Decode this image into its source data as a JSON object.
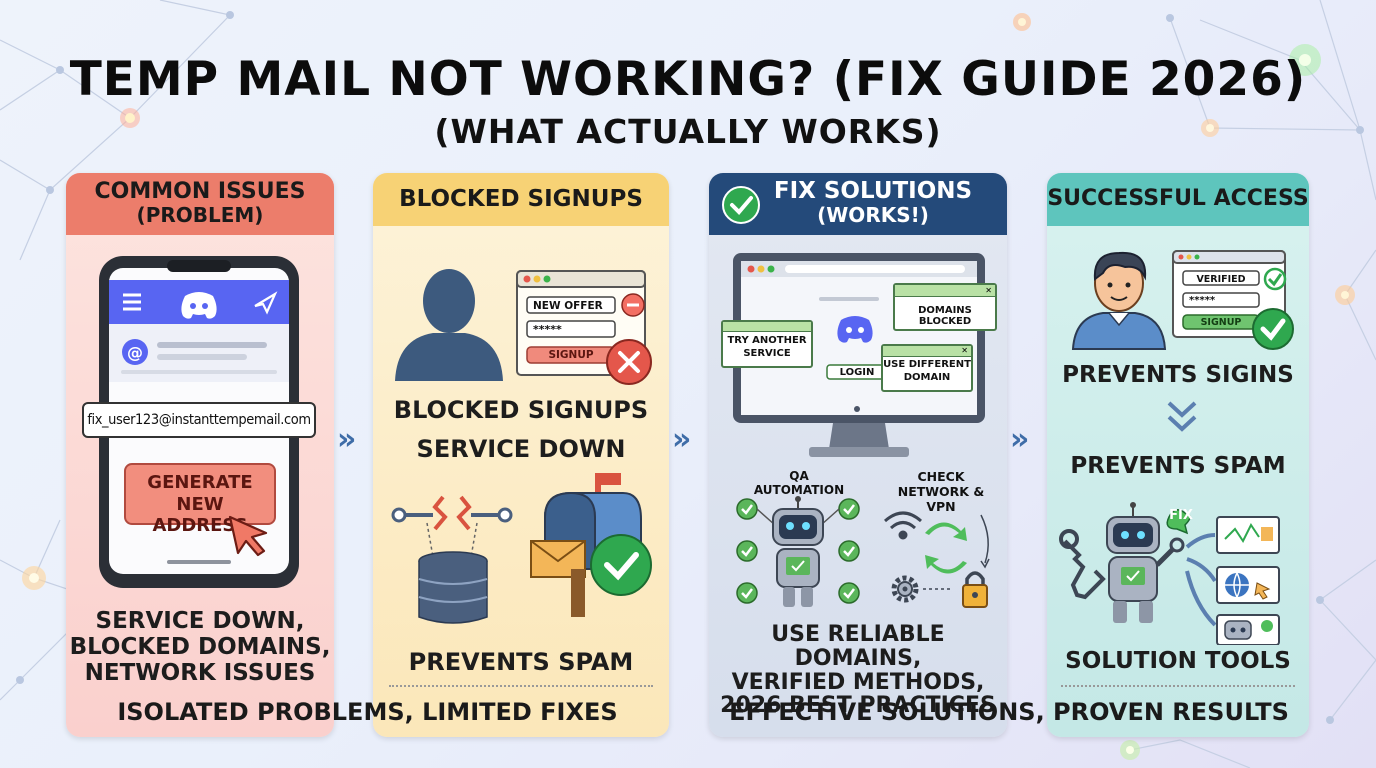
{
  "title": "TEMP MAIL NOT WORKING? (FIX GUIDE 2026)",
  "subtitle": "(WHAT ACTUALLY WORKS)",
  "panels": [
    {
      "header_line1": "COMMON ISSUES",
      "header_line2": "(PROBLEM)",
      "email": "fix_user123@instanttempemail.com",
      "generate_line1": "GENERATE",
      "generate_line2": "NEW ADDRESS",
      "text_line1": "SERVICE DOWN,",
      "text_line2": "BLOCKED DOMAINS,",
      "text_line3": "NETWORK ISSUES"
    },
    {
      "header": "BLOCKED SIGNUPS",
      "form_field1": "NEW OFFER",
      "form_field2": "*****",
      "form_button": "SIGNUP",
      "text_line1": "BLOCKED SIGNUPS",
      "text_line2": "SERVICE DOWN",
      "text_bottom": "PREVENTS SPAM"
    },
    {
      "header_line1": "FIX SOLUTIONS",
      "header_line2": "(WORKS!)",
      "popup_domains_blocked": "DOMAINS BLOCKED",
      "popup_try_line1": "TRY ANOTHER",
      "popup_try_line2": "SERVICE",
      "popup_use_line1": "USE DIFFERENT",
      "popup_use_line2": "DOMAIN",
      "login_button": "LOGIN",
      "qa_line1": "QA",
      "qa_line2": "AUTOMATION",
      "check_line1": "CHECK",
      "check_line2": "NETWORK &",
      "check_line3": "VPN",
      "text_line1": "USE RELIABLE DOMAINS,",
      "text_line2": "VERIFIED METHODS,",
      "text_line3": "2026 BEST PRACTICES"
    },
    {
      "header": "SUCCESSFUL ACCESS",
      "form_field1": "VERIFIED",
      "form_field2": "*****",
      "form_button": "SIGNUP",
      "text_line1": "PREVENTS SIGINS",
      "text_line2": "PREVENTS SPAM",
      "fix_badge": "FIX",
      "text_bottom": "SOLUTION TOOLS"
    }
  ],
  "footer_left": "ISOLATED PROBLEMS, LIMITED FIXES",
  "footer_right": "EFFECTIVE SOLUTIONS, PROVEN RESULTS",
  "colors": {
    "problem": "#ec7d6b",
    "blocked": "#f7d275",
    "fix": "#244a7a",
    "success": "#5ec5bd",
    "discord": "#5865f2",
    "check_green": "#2fa84f",
    "error_red": "#e4574b"
  }
}
